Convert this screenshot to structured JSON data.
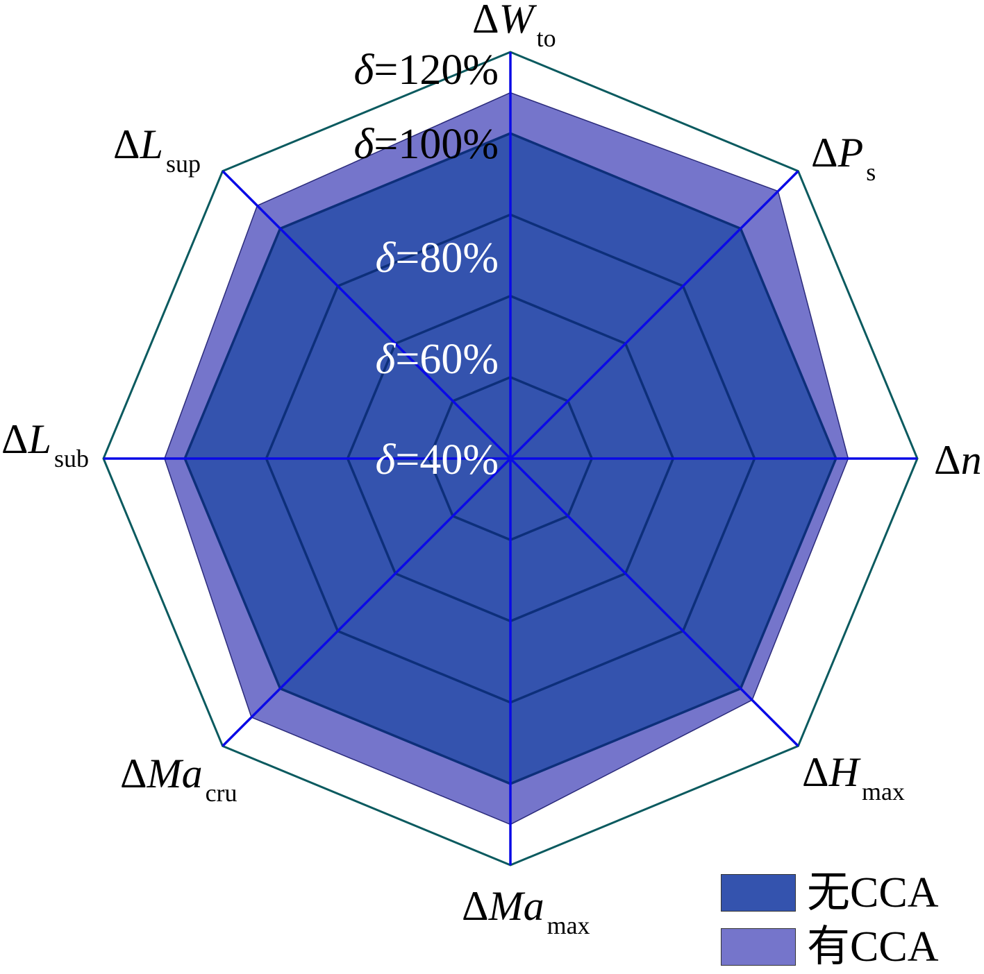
{
  "chart_data": {
    "type": "radar",
    "axes": [
      {
        "delta": "Δ",
        "main": "W",
        "sub": "to"
      },
      {
        "delta": "Δ",
        "main": "P",
        "sub": "s"
      },
      {
        "delta": "Δ",
        "main": "n",
        "sub": ""
      },
      {
        "delta": "Δ",
        "main": "H",
        "sub": "max"
      },
      {
        "delta": "Δ",
        "main": "Ma",
        "sub": "max"
      },
      {
        "delta": "Δ",
        "main": "Ma",
        "sub": "cru"
      },
      {
        "delta": "Δ",
        "main": "L",
        "sub": "sub"
      },
      {
        "delta": "Δ",
        "main": "L",
        "sub": "sup"
      }
    ],
    "rings": [
      {
        "value": 40,
        "symbol": "δ",
        "label": "=40%"
      },
      {
        "value": 60,
        "symbol": "δ",
        "label": "=60%"
      },
      {
        "value": 80,
        "symbol": "δ",
        "label": "=80%"
      },
      {
        "value": 100,
        "symbol": "δ",
        "label": "=100%"
      },
      {
        "value": 120,
        "symbol": "δ",
        "label": "=120%"
      }
    ],
    "range": [
      20,
      120
    ],
    "series": [
      {
        "name": "有CCA",
        "color": "#7575cb",
        "values": [
          110,
          113,
          103,
          104,
          110,
          110,
          105,
          108
        ]
      },
      {
        "name": "无CCA",
        "color": "#3453ae",
        "values": [
          100,
          100,
          100,
          100,
          100,
          100,
          100,
          100
        ]
      }
    ],
    "colors": {
      "axis": "#0a0ae6",
      "outer_ring": "#0b5a5f",
      "inner_ring": "#0d2f7a",
      "inner_label": "#ffffff",
      "outer_label": "#000000"
    }
  },
  "legend": {
    "items": [
      {
        "label": "无CCA",
        "color": "#3453ae"
      },
      {
        "label": "有CCA",
        "color": "#7575cb"
      }
    ]
  }
}
